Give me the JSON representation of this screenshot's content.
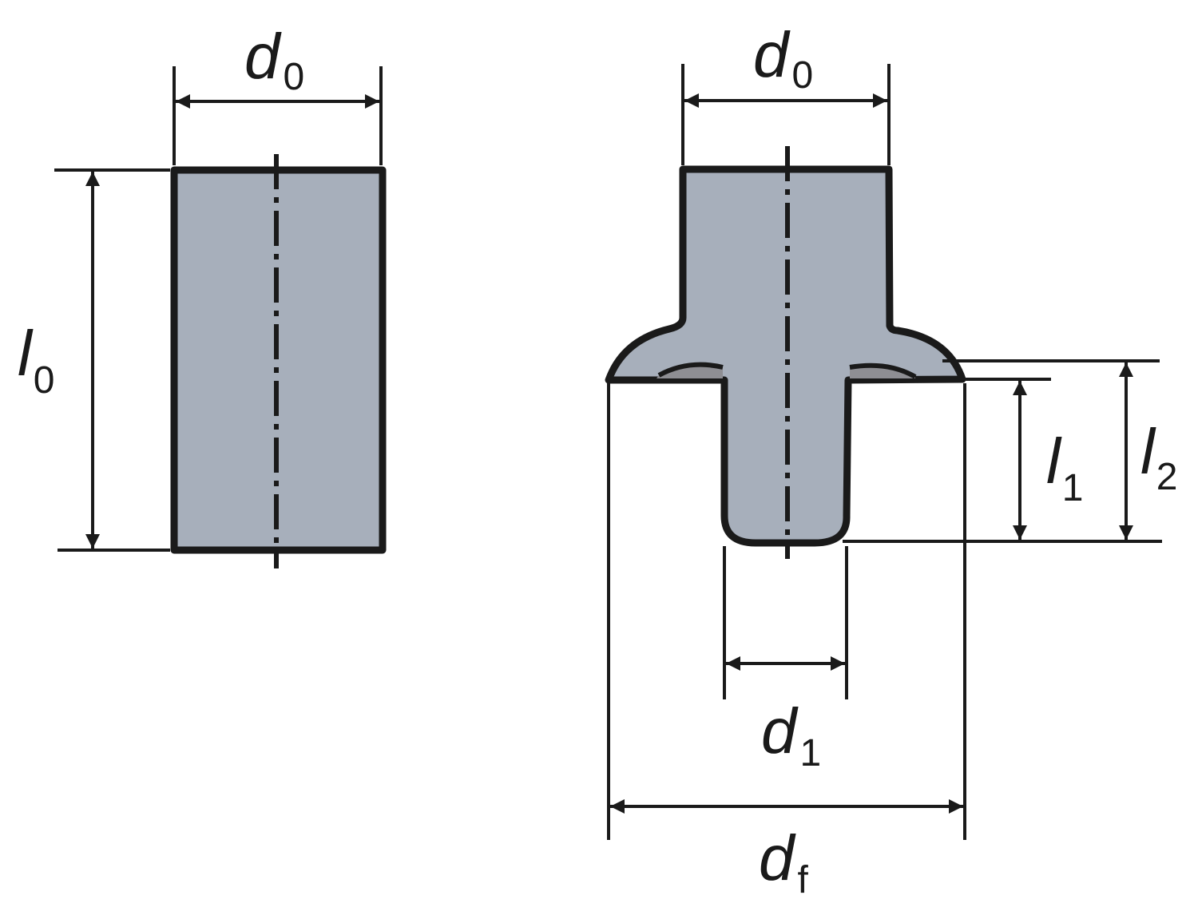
{
  "colors": {
    "fill": "#a7afbb",
    "outline": "#1a1a1a",
    "background": "#ffffff",
    "cavity": "#8e8e93"
  },
  "labels": {
    "d0_left": {
      "main": "d",
      "sub": "0"
    },
    "l0": {
      "main": "l",
      "sub": "0"
    },
    "d0_right": {
      "main": "d",
      "sub": "0"
    },
    "l1": {
      "main": "l",
      "sub": "1"
    },
    "l2": {
      "main": "l",
      "sub": "2"
    },
    "d1": {
      "main": "d",
      "sub": "1"
    },
    "df": {
      "main": "d",
      "sub": "f"
    }
  }
}
